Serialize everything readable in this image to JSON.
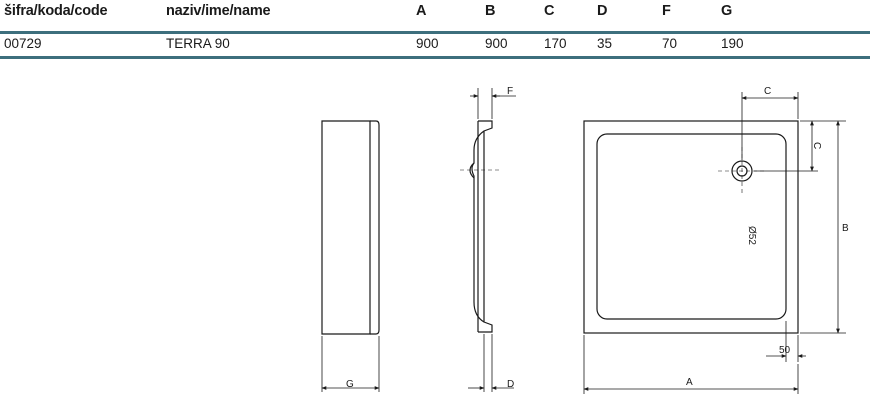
{
  "table": {
    "headers": [
      "šifra/koda/code",
      "naziv/ime/name",
      "A",
      "B",
      "C",
      "D",
      "F",
      "G"
    ],
    "row": [
      "00729",
      "TERRA 90",
      "900",
      "900",
      "170",
      "35",
      "70",
      "190"
    ],
    "accent_color": "#3d6f7d"
  },
  "drawing": {
    "labels": {
      "side_g": "G",
      "profile_f": "F",
      "profile_d": "D",
      "top_c_horizontal": "C",
      "top_c_vertical": "C",
      "top_b": "B",
      "top_a": "A",
      "drain_diameter": "Ø52",
      "edge_offset": "50"
    }
  }
}
